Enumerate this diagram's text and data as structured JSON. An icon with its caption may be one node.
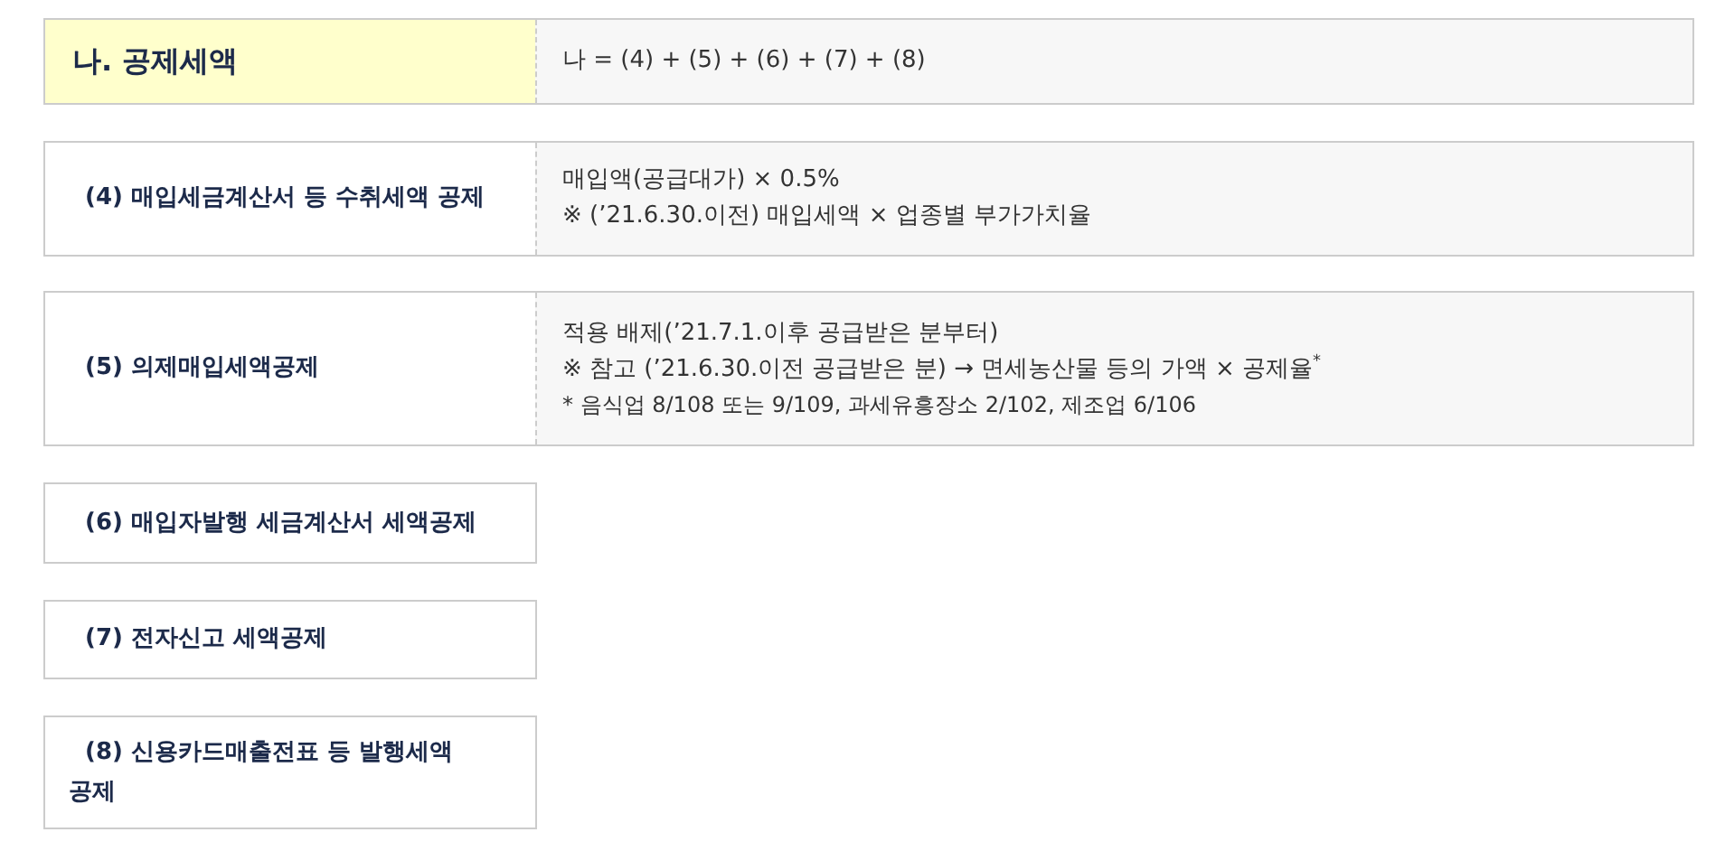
{
  "diagram": {
    "nodes": [
      {
        "text": [
          "나. 공제세액",
          "나 = (4) + (5) + (6) + (7) + (8)"
        ]
      },
      {
        "text": [
          "(4) 매입세금계산서 등 수취세액 공제",
          "매입액(공급대가) × 0.5%",
          "※ (’21.6.30.이전) 매입세액 × 업종별 부가가치율"
        ]
      },
      {
        "text": [
          "(5) 의제매입세액공제",
          "적용 배제(’21.7.1.이후 공급받은 분부터)",
          "※ 참고 (’21.6.30.이전 공급받은 분) → 면세농산물 등의 가액 × 공제율$^{*}$",
          "* 음식업 8/108 또는 9/109, 과세유흥장소 2/102, 제조업 6/106"
        ]
      },
      {
        "text": [
          "(6) 매입자발행 세금계산서 세액공제"
        ]
      },
      {
        "text": [
          "(7) 전자신고 세액공제"
        ]
      },
      {
        "text": [
          "(8) 신용카드매출전표 등 발행세액 공제"
        ]
      }
    ]
  }
}
